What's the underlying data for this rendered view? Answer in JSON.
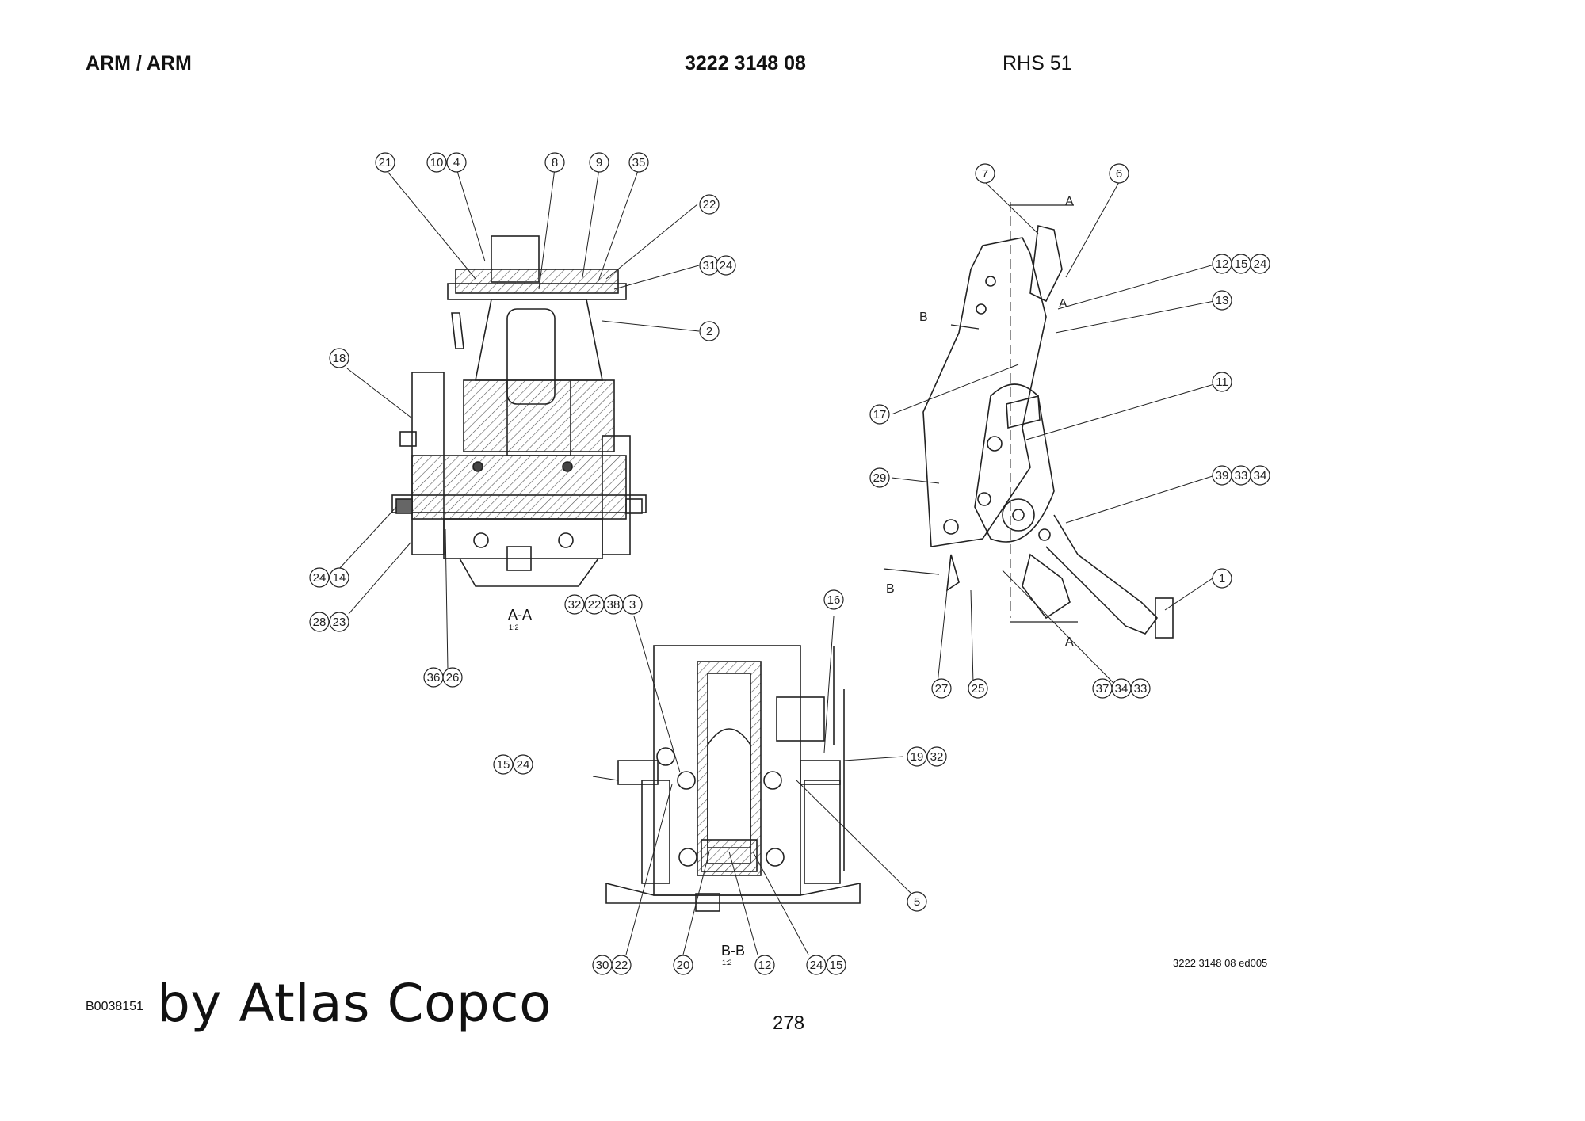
{
  "header": {
    "title": "ARM / ARM",
    "part_number": "3222 3148 08",
    "model": "RHS 51"
  },
  "sections": {
    "aa": {
      "label": "A-A",
      "scale": "1:2"
    },
    "bb": {
      "label": "B-B",
      "scale": "1:2"
    }
  },
  "view_markers": {
    "a": "A",
    "b": "B"
  },
  "callouts": {
    "aa": [
      "21",
      "10",
      "4",
      "8",
      "9",
      "35",
      "22",
      "31",
      "24",
      "2",
      "18",
      "24",
      "14",
      "28",
      "23",
      "36",
      "26"
    ],
    "bb": [
      "32",
      "22",
      "38",
      "3",
      "16",
      "15",
      "24",
      "19",
      "32",
      "5",
      "30",
      "22",
      "20",
      "12",
      "24",
      "15"
    ],
    "side": [
      "7",
      "6",
      "12",
      "15",
      "24",
      "13",
      "17",
      "11",
      "29",
      "39",
      "33",
      "34",
      "1",
      "27",
      "25",
      "37",
      "34",
      "33"
    ]
  },
  "drawing_ref": "3222 3148 08 ed005",
  "footer": {
    "doc_id": "B0038151",
    "brand": "by Atlas Copco",
    "page": "278"
  },
  "colors": {
    "line": "#222222",
    "hatch": "#555555",
    "background": "#ffffff"
  }
}
